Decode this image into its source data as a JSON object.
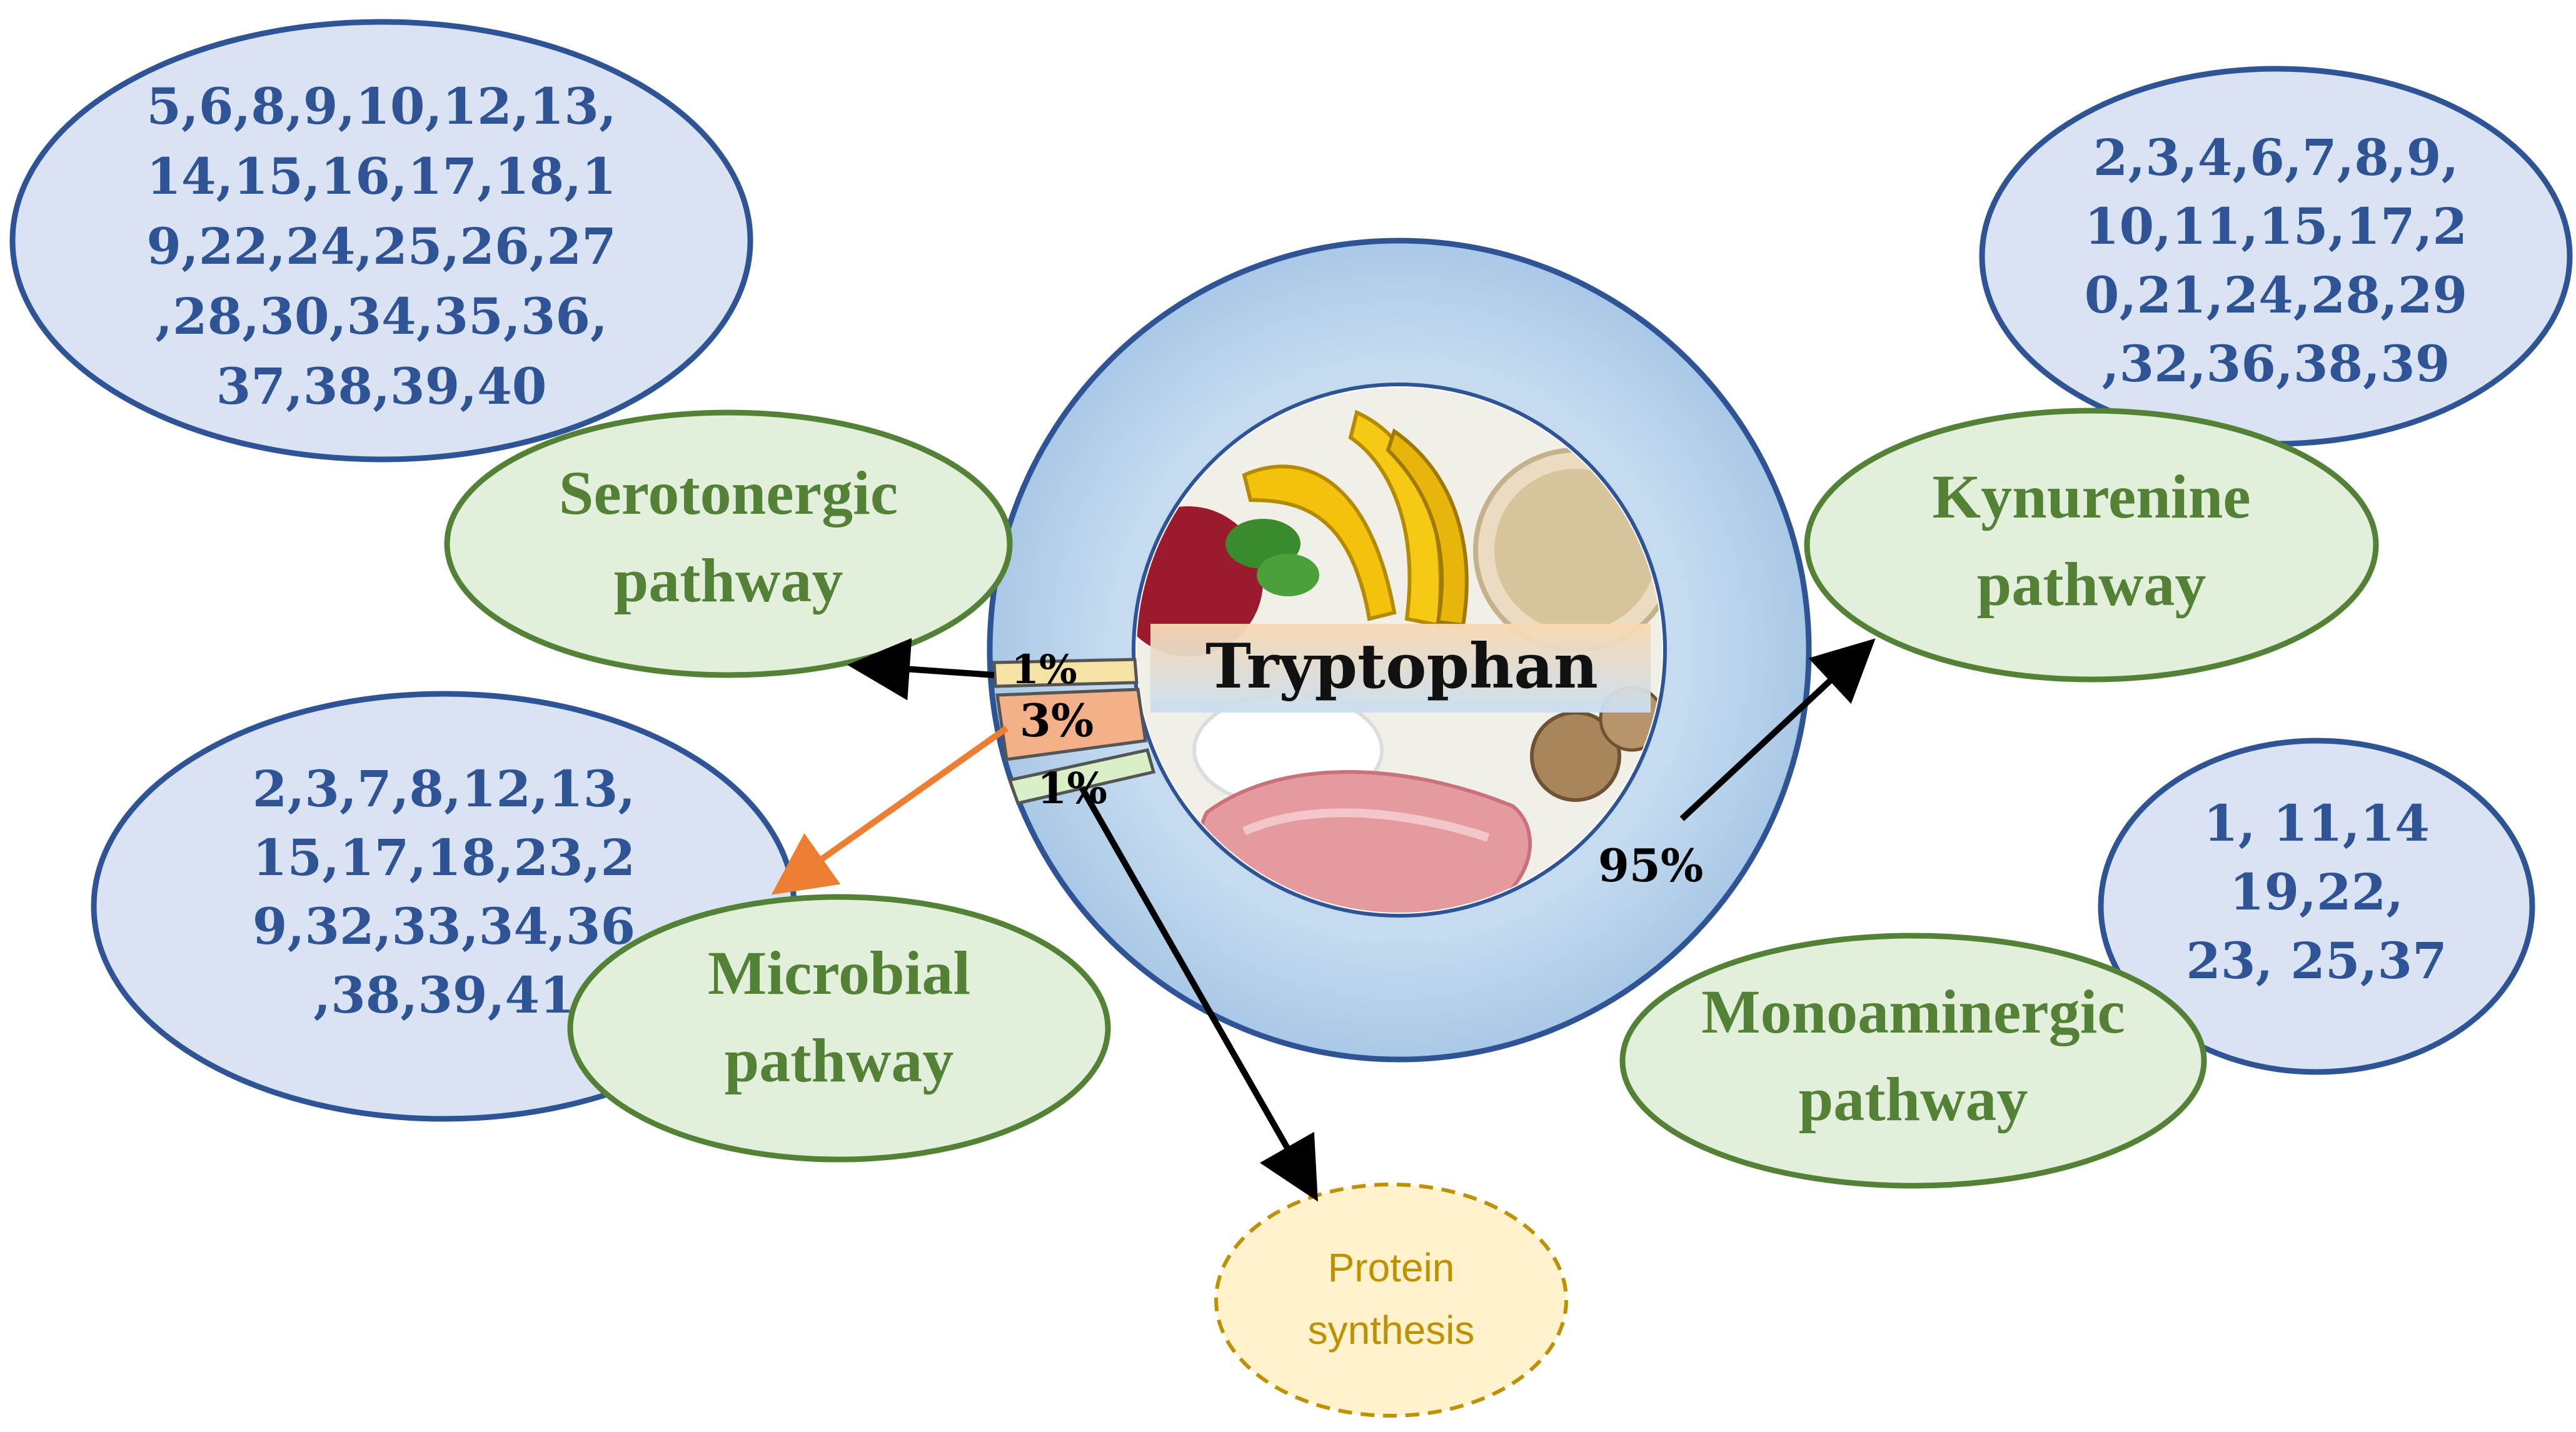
{
  "center": {
    "title": "Tryptophan"
  },
  "pathways": {
    "serotonergic": {
      "label_line1": "Serotonergic",
      "label_line2": "pathway",
      "percent": "1%"
    },
    "microbial": {
      "label_line1": "Microbial",
      "label_line2": "pathway",
      "percent": "3%"
    },
    "protein": {
      "label_line1": "Protein",
      "label_line2": "synthesis",
      "percent": "1%"
    },
    "kynurenine": {
      "label_line1": "Kynurenine",
      "label_line2": "pathway",
      "percent": "95%"
    },
    "monoaminergic": {
      "label_line1": "Monoaminergic",
      "label_line2": "pathway"
    }
  },
  "references": {
    "serotonergic": [
      "5,6,8,9,10,12,13,",
      "14,15,16,17,18,1",
      "9,22,24,25,26,27",
      ",28,30,34,35,36,",
      "37,38,39,40"
    ],
    "kynurenine": [
      "2,3,4,6,7,8,9,",
      "10,11,15,17,2",
      "0,21,24,28,29",
      ",32,36,38,39"
    ],
    "microbial": [
      "2,3,7,8,12,13,",
      "15,17,18,23,2",
      "9,32,33,34,36",
      ",38,39,41"
    ],
    "monoaminergic": [
      "1, 11,14",
      "19,22,",
      "23, 25,37"
    ]
  },
  "colors": {
    "ref_fill": "#dae3f3",
    "ref_stroke": "#2f5496",
    "pathway_fill": "#e2efda",
    "pathway_stroke": "#538135",
    "ring_fill": "#bdd7ee",
    "protein_fill": "#fff2cc",
    "protein_stroke": "#bf9000",
    "microbial_arrow": "#ed7d31"
  },
  "icons": [
    "food-photo",
    "arrow"
  ]
}
